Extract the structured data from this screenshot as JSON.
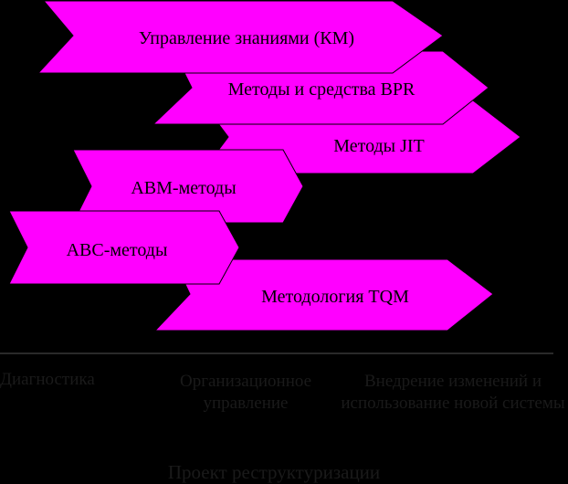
{
  "arrows": [
    {
      "id": "km",
      "label": "Управление знаниями (КМ)"
    },
    {
      "id": "bpr",
      "label": "Методы и средства BPR"
    },
    {
      "id": "jit",
      "label": "Методы JIT"
    },
    {
      "id": "abm",
      "label": "ABM-методы"
    },
    {
      "id": "abc",
      "label": "ABC-методы"
    },
    {
      "id": "tqm",
      "label": "Методология TQM"
    }
  ],
  "phases": {
    "diagnostics": "Диагностика",
    "organizational": "Организационное управление",
    "implementation": "Внедрение изменений и использование новой системы"
  },
  "footer": {
    "title": "Проект реструктуризации"
  },
  "colors": {
    "arrow_fill": "#FF00FF",
    "background": "#000000"
  }
}
